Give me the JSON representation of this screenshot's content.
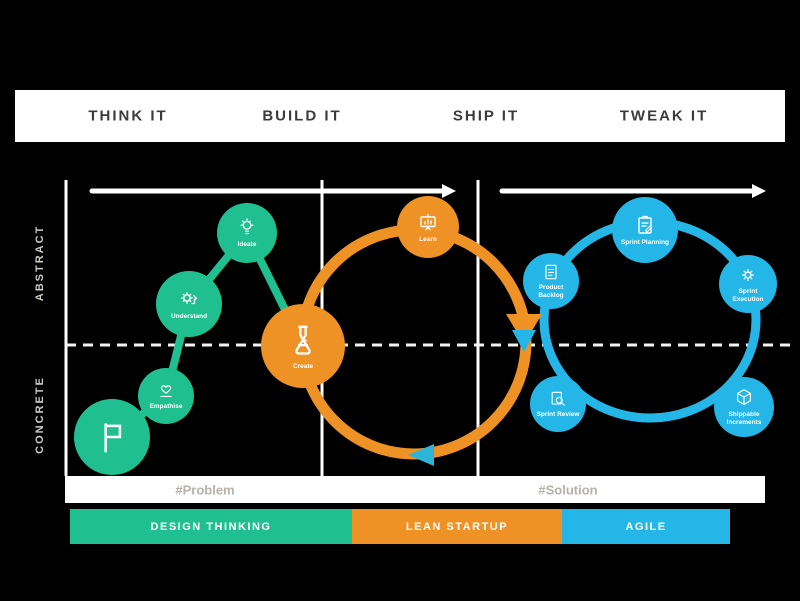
{
  "colors": {
    "design_thinking": "#1fbf8f",
    "lean_startup": "#ef9226",
    "agile": "#25b6e8",
    "canvas": "#000000",
    "phase_band": "#ffffff",
    "grid_line": "#ffffff"
  },
  "header": {
    "phases": [
      "THINK IT",
      "BUILD IT",
      "SHIP IT",
      "TWEAK IT"
    ]
  },
  "axis": {
    "top_label": "ABSTRACT",
    "bottom_label": "CONCRETE"
  },
  "methods": {
    "design_thinking": {
      "legend_label": "DESIGN THINKING",
      "nodes": {
        "start": {
          "icon": "flag-icon"
        },
        "empathise": {
          "label": "Empathise",
          "icon": "empathy-icon"
        },
        "understand": {
          "label": "Understand",
          "icon": "understand-gear-icon"
        },
        "ideate": {
          "label": "Ideate",
          "icon": "lightbulb-icon"
        }
      }
    },
    "lean_startup": {
      "legend_label": "LEAN STARTUP",
      "nodes": {
        "create": {
          "label": "Create",
          "icon": "flask-icon"
        },
        "learn": {
          "label": "Learn",
          "icon": "learn-board-icon"
        }
      }
    },
    "agile": {
      "legend_label": "AGILE",
      "nodes": {
        "product_backlog": {
          "label": "Product Backlog",
          "icon": "backlog-list-icon"
        },
        "sprint_planning": {
          "label": "Sprint Planning",
          "icon": "planning-clipboard-icon"
        },
        "sprint_execution": {
          "label": "Sprint Execution",
          "icon": "execution-gear-icon"
        },
        "shippable_increments": {
          "label": "Shippable Increments",
          "icon": "package-box-icon"
        },
        "sprint_review": {
          "label": "Sprint Review",
          "icon": "review-magnifier-icon"
        }
      }
    }
  },
  "annotations": {
    "left_hashtag": "#Problem",
    "right_hashtag": "#Solution"
  }
}
